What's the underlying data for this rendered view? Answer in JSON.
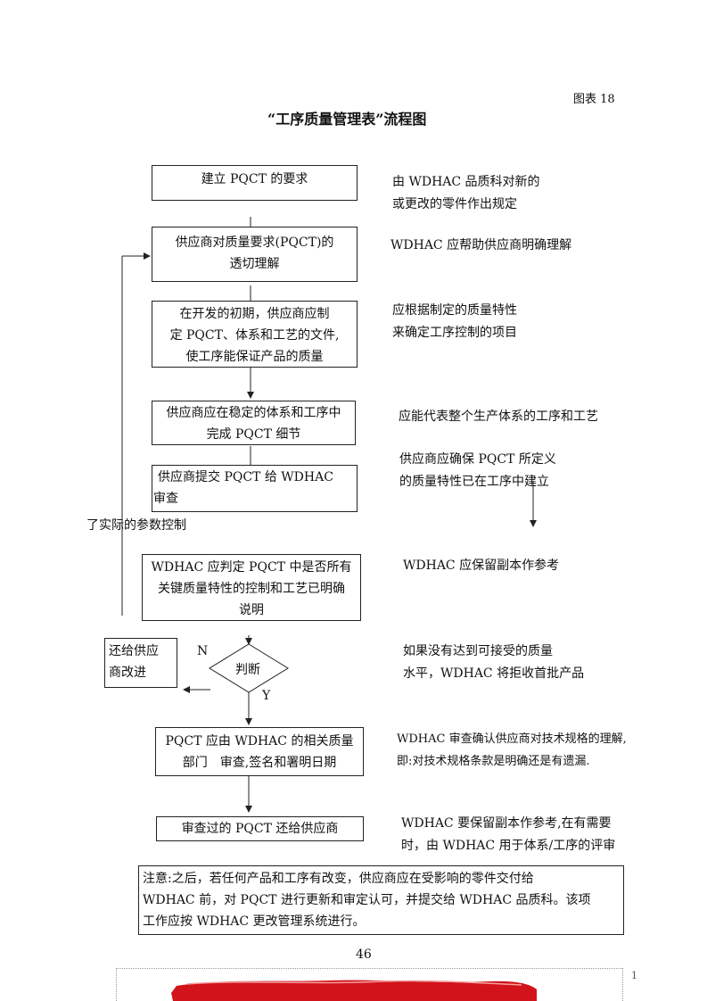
{
  "figure_label": "图表 18",
  "title": "“工序质量管理表”流程图",
  "boxes": {
    "b1": "建立 PQCT 的要求",
    "b2_l1": "供应商对质量要求(PQCT)的",
    "b2_l2": "透切理解",
    "b3_l1": "在开发的初期，供应商应制",
    "b3_l2": "定 PQCT、体系和工艺的文件,",
    "b3_l3": "使工序能保证产品的质量",
    "b4_l1": "供应商应在稳定的体系和工序中",
    "b4_l2": "完成 PQCT 细节",
    "b5_l1": "供应商提交 PQCT 给 WDHAC",
    "b5_l2": "审查",
    "b6_l1": "WDHAC 应判定 PQCT 中是否所有",
    "b6_l2": "关键质量特性的控制和工艺已明确",
    "b6_l3": "说明",
    "return_l1": "还给供应",
    "return_l2": "商改进",
    "decision": "判断",
    "label_n": "N",
    "label_y": "Y",
    "b7_l1": "PQCT 应由 WDHAC 的相关质量",
    "b7_l2": "部门　审查,签名和署明日期",
    "b8": "审查过的 PQCT 还给供应商"
  },
  "notes": {
    "n1_l1": "由 WDHAC 品质科对新的",
    "n1_l2": "或更改的零件作出规定",
    "n2": "WDHAC 应帮助供应商明确理解",
    "n3_l1": "应根据制定的质量特性",
    "n3_l2": "来确定工序控制的项目",
    "n4": "应能代表整个生产体系的工序和工艺",
    "n5_l1": "供应商应确保 PQCT 所定义",
    "n5_l2": "的质量特性已在工序中建立",
    "n6": "WDHAC 应保留副本作参考",
    "n7_l1": "如果没有达到可接受的质量",
    "n7_l2": "水平，WDHAC 将拒收首批产品",
    "n8_l1": "WDHAC 审查确认供应商对技术规格的理解,",
    "n8_l2": "即:对技术规格条款是明确还是有遗漏.",
    "n9_l1": "WDHAC 要保留副本作参考,在有需要",
    "n9_l2": "时，由 WDHAC 用于体系/工序的评审",
    "side_fragment": "了实际的参数控制"
  },
  "footnote": {
    "l1": "注意:之后，若任何产品和工序有改变，供应商应在受影响的零件交付给",
    "l2": "WDHAC 前，对 PQCT 进行更新和审定认可，并提交给 WDHAC 品质科。该项",
    "l3": "工作应按 WDHAC 更改管理系统进行。"
  },
  "page_number": "46",
  "side_page_number": "1",
  "colors": {
    "stamp": "#d3131b"
  }
}
